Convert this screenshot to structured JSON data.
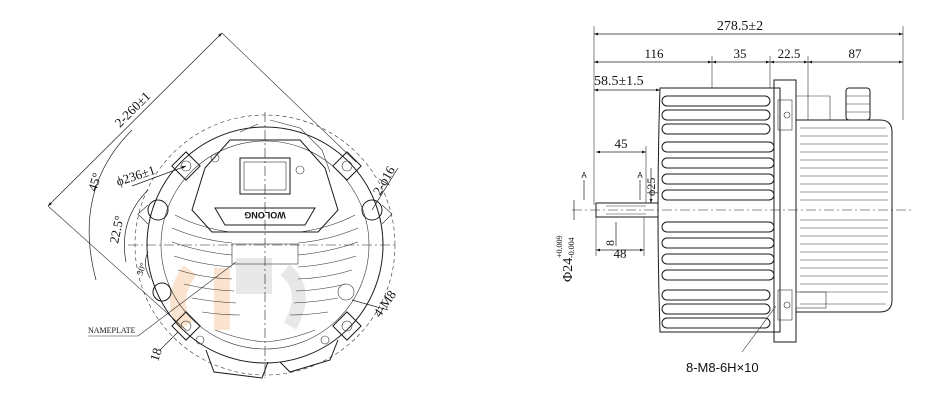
{
  "front_view": {
    "dim_bolt_circle": "2-260±1",
    "dim_inner_circle": "ϕ236±1",
    "dim_holes": "2-ϕ16",
    "angle_45": "45°",
    "angle_22_5": "22.5°",
    "angle_30": "30°",
    "dim_18": "18",
    "dim_thread": "4-M8",
    "brand_label": "WOLONG",
    "nameplate_label": "NAMEPLATE"
  },
  "side_view": {
    "dim_total": "278.5±2",
    "dim_116": "116",
    "dim_35": "35",
    "dim_22_5": "22.5",
    "dim_87": "87",
    "dim_58_5": "58.5±1.5",
    "dim_45": "45",
    "dim_25": "ϕ25",
    "dim_8": "8",
    "dim_48": "48",
    "dim_shaft_base": "Φ24",
    "dim_shaft_tol_upper": "+0.009",
    "dim_shaft_tol_lower": "-0.004",
    "section_mark_a1": "A",
    "section_mark_a2": "A",
    "thread_note": "8-M8-6H×10"
  }
}
